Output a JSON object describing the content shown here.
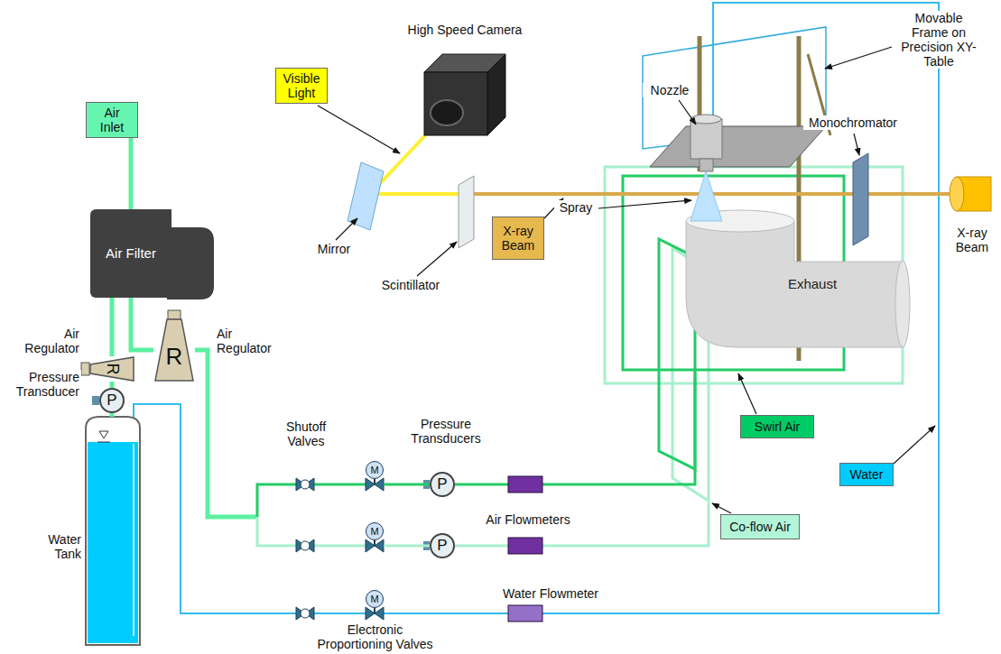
{
  "diagram": {
    "nodes": [
      {
        "text": [
          "Air Inlet"
        ]
      },
      {
        "text": [
          "Air Filter"
        ]
      },
      {
        "text": [
          "R"
        ]
      },
      {
        "text": [
          "R"
        ]
      },
      {
        "text": [
          "P"
        ]
      },
      {
        "text": [
          "M"
        ]
      },
      {
        "text": [
          "P"
        ]
      },
      {
        "text": [
          "M"
        ]
      },
      {
        "text": [
          "P"
        ]
      },
      {
        "text": [
          "M"
        ]
      },
      {
        "text": [
          "Visible Light"
        ]
      },
      {
        "text": [
          "X-ray Beam"
        ]
      },
      {
        "text": [
          "Exhaust"
        ]
      },
      {
        "text": [
          "Swirl Air"
        ]
      },
      {
        "text": [
          "Co-flow Air"
        ]
      },
      {
        "text": [
          "Water"
        ]
      }
    ],
    "edges": [
      {
        "from": 0,
        "to": 1,
        "arrow": "none"
      },
      {
        "from": 1,
        "to": 2,
        "arrow": "none"
      },
      {
        "from": 1,
        "to": 3,
        "arrow": "none"
      },
      {
        "from": 2,
        "to": 4,
        "arrow": "none"
      },
      {
        "from": 5,
        "to": 6,
        "arrow": "none"
      },
      {
        "from": 7,
        "to": 8,
        "arrow": "none"
      }
    ],
    "labels": [
      "High Speed Camera",
      "Movable Frame on Precision XY-Table",
      "Nozzle",
      "Monochromator",
      "Mirror",
      "Scintillator",
      "Spray",
      "X-ray Beam",
      "Air Regulator",
      "Air Regulator",
      "Pressure Transducer",
      "Water Tank",
      "Shutoff Valves",
      "Pressure Transducers",
      "Air Flowmeters",
      "Water Flowmeter",
      "Electronic Proportioning Valves"
    ]
  }
}
